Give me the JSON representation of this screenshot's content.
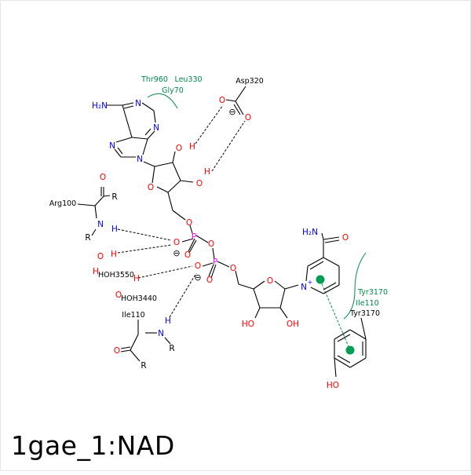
{
  "title": "1gae_1:NAD",
  "colors": {
    "bond": "#000000",
    "oxygen": "#ff0000",
    "nitrogen": "#0000ff",
    "phosphorus": "#ff00ff",
    "contact": "#008a4a",
    "hbond": "#000000",
    "frame": "#cccccc"
  },
  "atoms": {
    "nh2_adenine": "H₂N",
    "n1": "N",
    "n3": "N",
    "n7": "N",
    "n9": "N",
    "o_ribose_a": "O",
    "o2": "O",
    "h2": "H",
    "o3": "O",
    "h3": "H",
    "o5": "O",
    "pa": "P",
    "o1pa": "O",
    "o2pa": "O",
    "o3p": "O",
    "pn": "P",
    "o1pn": "O",
    "o2pn": "O",
    "o5n": "O",
    "o_ribose_n": "O",
    "ho2n": "HO",
    "oh3n": "OH",
    "npyr": "N",
    "nplus": "+",
    "amide_n": "H₂N",
    "amide_o": "O",
    "minus1": "⊖",
    "minus2": "⊖",
    "minus3": "⊖"
  },
  "residues": {
    "asp320": "Asp320",
    "asp_o1": "O",
    "asp_o2": "O",
    "thr960": "Thr960",
    "leu330": "Leu330",
    "gly70": "Gly70",
    "arg100": "Arg100",
    "arg_n": "N",
    "arg_h": "H",
    "arg_r1": "R",
    "arg_r2": "R",
    "arg_o": "O",
    "hoh3550": "HOH3550",
    "hoh3440": "HOH3440",
    "w1_o": "O",
    "w1_h": "H",
    "w2_o": "O",
    "w2_h": "H",
    "ile110": "Ile110",
    "ile_n": "N",
    "ile_h": "H",
    "ile_r1": "R",
    "ile_r2": "R",
    "ile_o": "O",
    "tyr3170_contact": "Tyr3170",
    "ile110_contact": "Ile110",
    "tyr3170": "Tyr3170",
    "tyr_oh": "HO"
  }
}
